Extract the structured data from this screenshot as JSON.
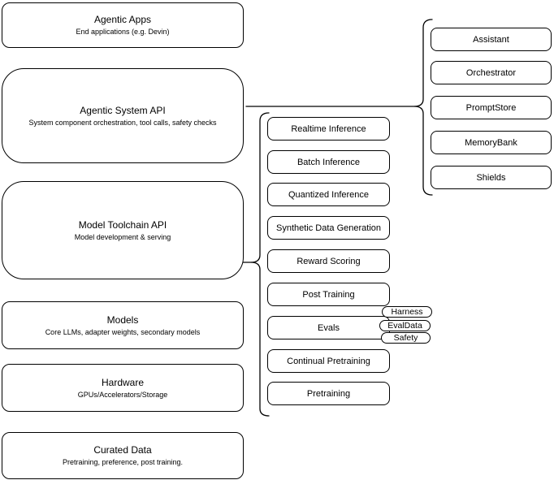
{
  "diagram": {
    "background_color": "#ffffff",
    "stroke_color": "#000000",
    "box_fill_color": "#ffffff",
    "text_color": "#000000"
  },
  "left_column": {
    "boxes": [
      {
        "title": "Agentic Apps",
        "subtitle": "End applications (e.g. Devin)"
      },
      {
        "title": "Agentic System API",
        "subtitle": "System component orchestration, tool calls, safety checks"
      },
      {
        "title": "Model Toolchain API",
        "subtitle": "Model development & serving"
      },
      {
        "title": "Models",
        "subtitle": "Core LLMs, adapter weights, secondary models"
      },
      {
        "title": "Hardware",
        "subtitle": "GPUs/Accelerators/Storage"
      },
      {
        "title": "Curated Data",
        "subtitle": "Pretraining, preference, post training."
      }
    ]
  },
  "middle_column": {
    "boxes": [
      "Realtime Inference",
      "Batch Inference",
      "Quantized Inference",
      "Synthetic Data Generation",
      "Reward Scoring",
      "Post Training",
      "Evals",
      "Continual Pretraining",
      "Pretraining"
    ],
    "evals_tags": [
      "Harness",
      "EvalData",
      "Safety"
    ]
  },
  "right_column": {
    "boxes": [
      "Assistant",
      "Orchestrator",
      "PromptStore",
      "MemoryBank",
      "Shields"
    ]
  }
}
